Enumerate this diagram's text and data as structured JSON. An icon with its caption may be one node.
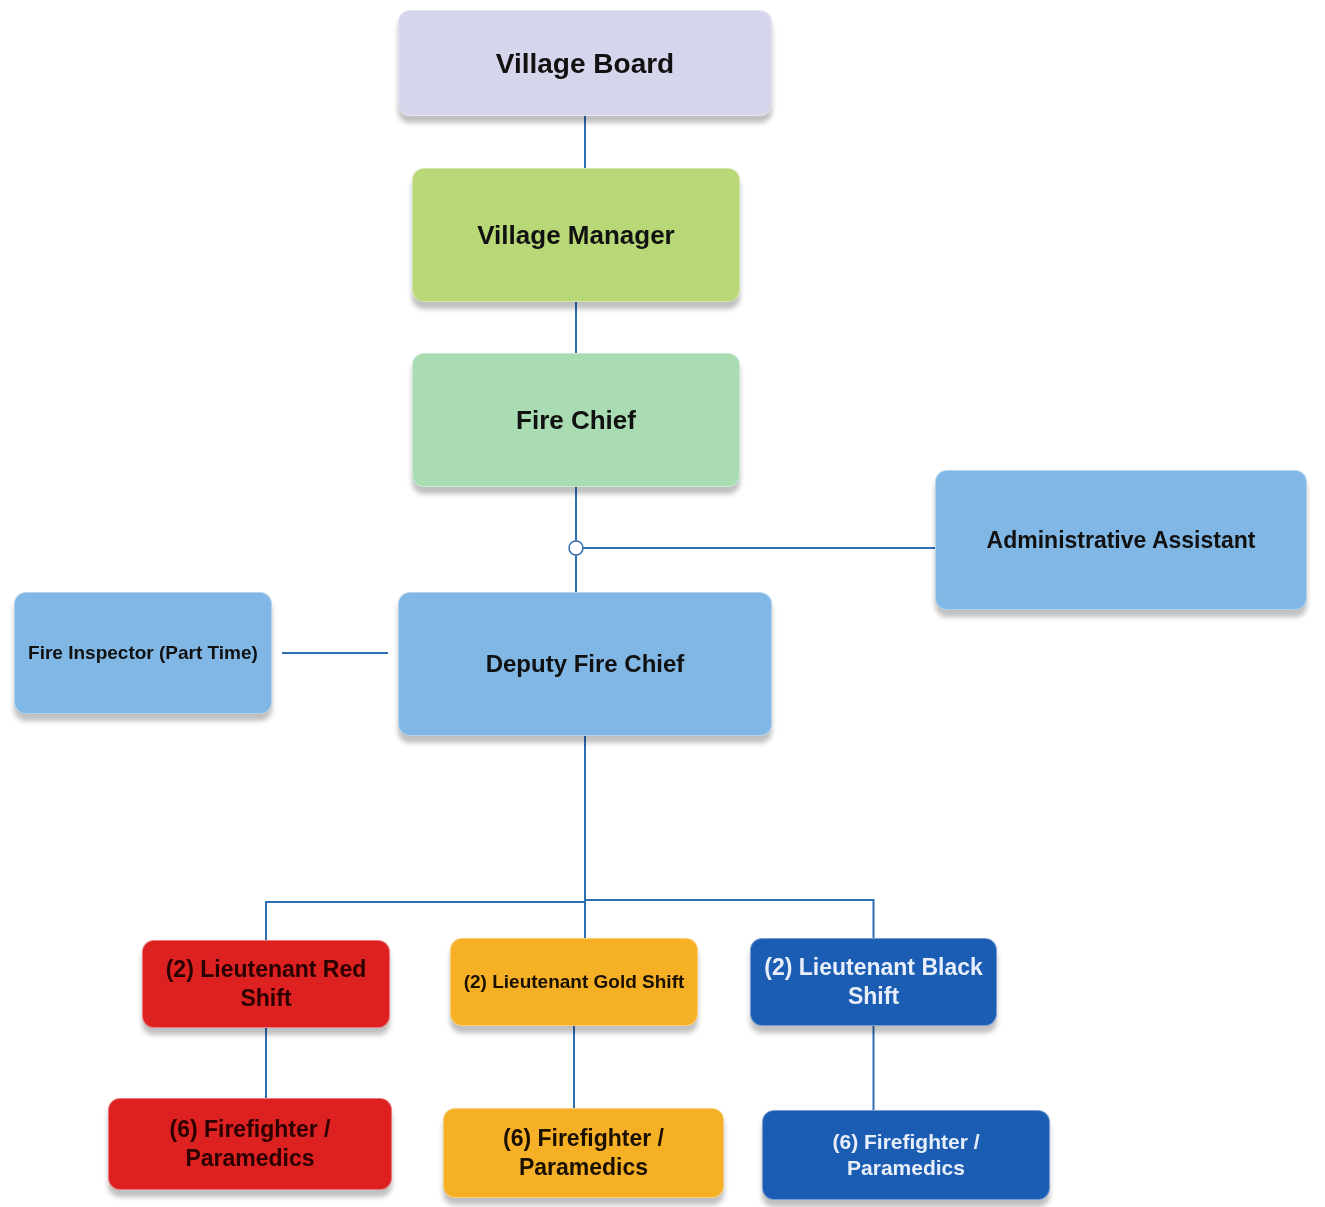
{
  "diagram": {
    "nodes": [
      {
        "text": [
          "Village Board"
        ]
      },
      {
        "text": [
          "Village Manager"
        ]
      },
      {
        "text": [
          "Fire Chief"
        ]
      },
      {
        "text": [
          "Administrative Assistant"
        ]
      },
      {
        "text": [
          "Fire Inspector (Part Time)"
        ]
      },
      {
        "text": [
          "Deputy Fire Chief"
        ]
      },
      {
        "text": [
          "(2) Lieutenant Red Shift"
        ]
      },
      {
        "text": [
          "(2) Lieutenant Gold Shift"
        ]
      },
      {
        "text": [
          "(2) Lieutenant Black Shift"
        ]
      },
      {
        "text": [
          "(6) Firefighter / Paramedics"
        ]
      },
      {
        "text": [
          "(6) Firefighter / Paramedics"
        ]
      },
      {
        "text": [
          "(6) Firefighter / Paramedics"
        ]
      }
    ],
    "edges": [
      {
        "from": 0,
        "to": 1,
        "arrow": "none"
      },
      {
        "from": 1,
        "to": 2,
        "arrow": "none"
      },
      {
        "from": 2,
        "to": 5,
        "arrow": "none"
      },
      {
        "from": 2,
        "to": 3,
        "arrow": "none"
      },
      {
        "from": 4,
        "to": 5,
        "arrow": "none"
      },
      {
        "from": 5,
        "to": 6,
        "arrow": "none"
      },
      {
        "from": 5,
        "to": 7,
        "arrow": "none"
      },
      {
        "from": 5,
        "to": 8,
        "arrow": "none"
      },
      {
        "from": 6,
        "to": 9,
        "arrow": "none"
      },
      {
        "from": 7,
        "to": 10,
        "arrow": "none"
      },
      {
        "from": 8,
        "to": 11,
        "arrow": "none"
      }
    ]
  }
}
